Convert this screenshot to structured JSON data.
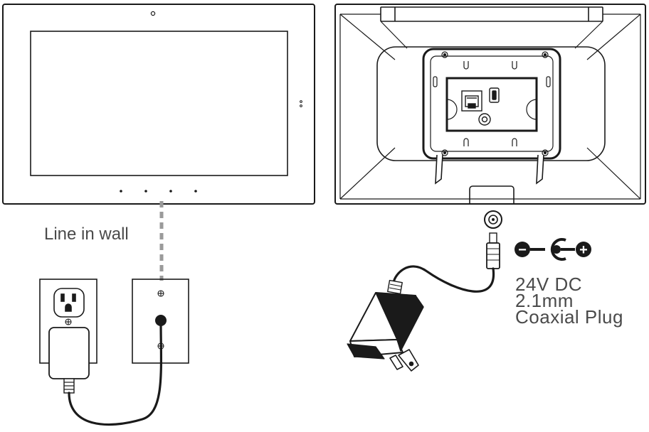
{
  "labels": {
    "line_in_wall": "Line in wall",
    "voltage": "24V DC",
    "size": "2.1mm",
    "plug": "Coaxial Plug"
  },
  "polarity": {
    "negative_symbol": "−",
    "positive_symbol": "+"
  },
  "colors": {
    "stroke": "#1a1a1a",
    "text": "#4a4a4a",
    "dashed_wire": "#9a9a9a"
  }
}
